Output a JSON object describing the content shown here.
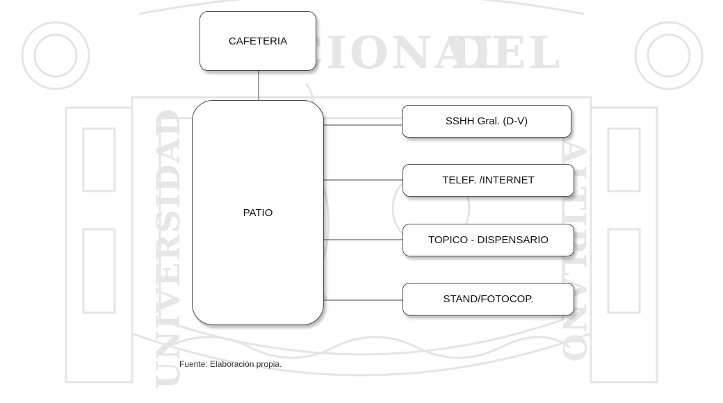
{
  "diagram": {
    "nodes": {
      "cafeteria": "CAFETERIA",
      "patio": "PATIO",
      "sshh": "SSHH Gral. (D-V)",
      "telef": "TELEF. /INTERNET",
      "topico": "TOPICO - DISPENSARIO",
      "stand": "STAND/FOTOCOP."
    },
    "edges": [
      [
        "cafeteria",
        "patio"
      ],
      [
        "patio",
        "sshh"
      ],
      [
        "patio",
        "telef"
      ],
      [
        "patio",
        "topico"
      ],
      [
        "patio",
        "stand"
      ]
    ]
  },
  "source_note": "Fuente: Elaboración propia.",
  "watermark": {
    "words": [
      "NACIONAL",
      "DEL",
      "UNIVERSIDAD",
      "ALTIPLANO"
    ],
    "color": "#e6e6e6"
  }
}
